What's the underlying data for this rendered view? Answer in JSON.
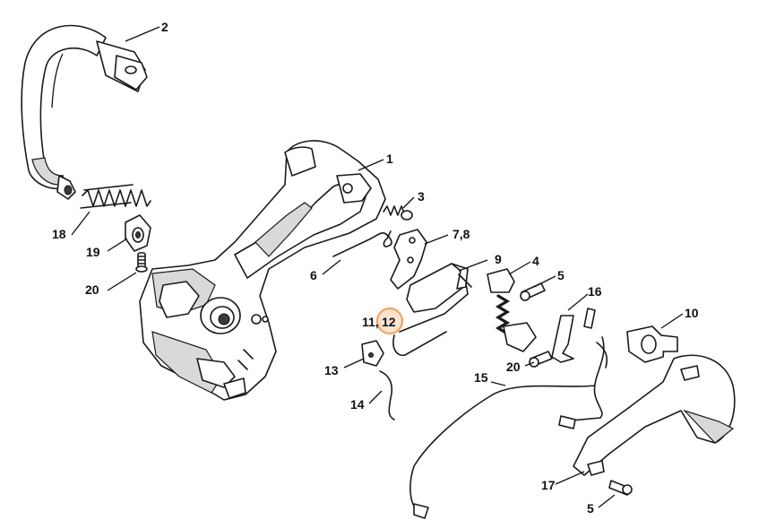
{
  "labels": {
    "p1": "1",
    "p2": "2",
    "p3": "3",
    "p4": "4",
    "p5a": "5",
    "p5b": "5",
    "p6": "6",
    "p78": "7,8",
    "p9": "9",
    "p10": "10",
    "p11": "11,",
    "p12": "12",
    "p13": "13",
    "p14": "14",
    "p15": "15",
    "p16": "16",
    "p17": "17",
    "p18": "18",
    "p19": "19",
    "p20a": "20",
    "p20b": "20"
  },
  "highlight": {
    "label": "12",
    "color": "#f0a468"
  }
}
